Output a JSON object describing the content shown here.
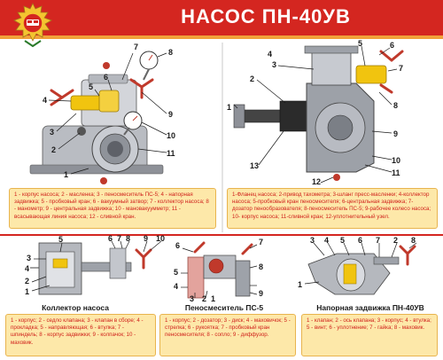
{
  "header": {
    "title": "НАСОС ПН-40УВ",
    "accent_color": "#d42620",
    "stripe_color": "#f1a13a"
  },
  "emblem": {
    "icon": "fire-brigade-emblem-icon"
  },
  "diagram_top_left": {
    "callouts": [
      "1",
      "2",
      "3",
      "4",
      "5",
      "6",
      "7",
      "8",
      "9",
      "10",
      "11"
    ],
    "legend": "1 - корпус насоса; 2 - масленка; 3 - пеносмеситель ПС-5; 4 - напорная задвижка; 5 - пробковый кран; 6 - вакуумный затвор; 7 - коллектор насоса; 8 - манометр; 9 - центральная задвижка; 10 - мановакуумметр; 11 - всасывающая линия насоса; 12 - сливной кран."
  },
  "diagram_top_right": {
    "callouts": [
      "1",
      "2",
      "3",
      "4",
      "5",
      "6",
      "7",
      "8",
      "9",
      "10",
      "11",
      "12",
      "13"
    ],
    "legend": "1-Фланец насоса; 2-привод тахометра; 3-шланг пресс-масленки; 4-коллектор насоса; 5-пробковый кран пеносмесителя; 6-центральная задвижка; 7-дозатор пенообразователя; 8-пеносмеситель ПС-5; 9-рабочее колесо насоса; 10- корпус насоса; 11-сливной кран; 12-уплотнительный узел."
  },
  "diagram_collector": {
    "caption": "Коллектор насоса",
    "callouts": [
      "1",
      "2",
      "3",
      "4",
      "5",
      "6",
      "7",
      "8",
      "9",
      "10"
    ],
    "legend": "1 - корпус; 2 - седло клапана; 3 - клапан в сборе; 4 - прокладка; 5 - направляющая; 6 - втулка; 7 - шпиндель; 8 - корпус задвижки; 9 - колпачок; 10 - маховик."
  },
  "diagram_foam_mixer": {
    "caption": "Пеносмеситель ПС-5",
    "callouts": [
      "1",
      "2",
      "3",
      "4",
      "5",
      "6",
      "7",
      "8",
      "9"
    ],
    "legend": "1 - корпус; 2 - дозатор; 3 - диск; 4 - маховичок; 5 - стрелка; 6 - рукоятка; 7 - пробковый кран пеносмесителя; 8 - сопло; 9 - диффузор."
  },
  "diagram_valve": {
    "caption": "Напорная задвижка ПН-40УВ",
    "callouts": [
      "1",
      "2",
      "3",
      "4",
      "5",
      "6",
      "7",
      "8"
    ],
    "legend": "1 - клапан; 2 - ось клапана; 3 - корпус; 4 - втулка; 5 - винт; 6 - уплотнение; 7 - гайка; 8 - маховик."
  }
}
